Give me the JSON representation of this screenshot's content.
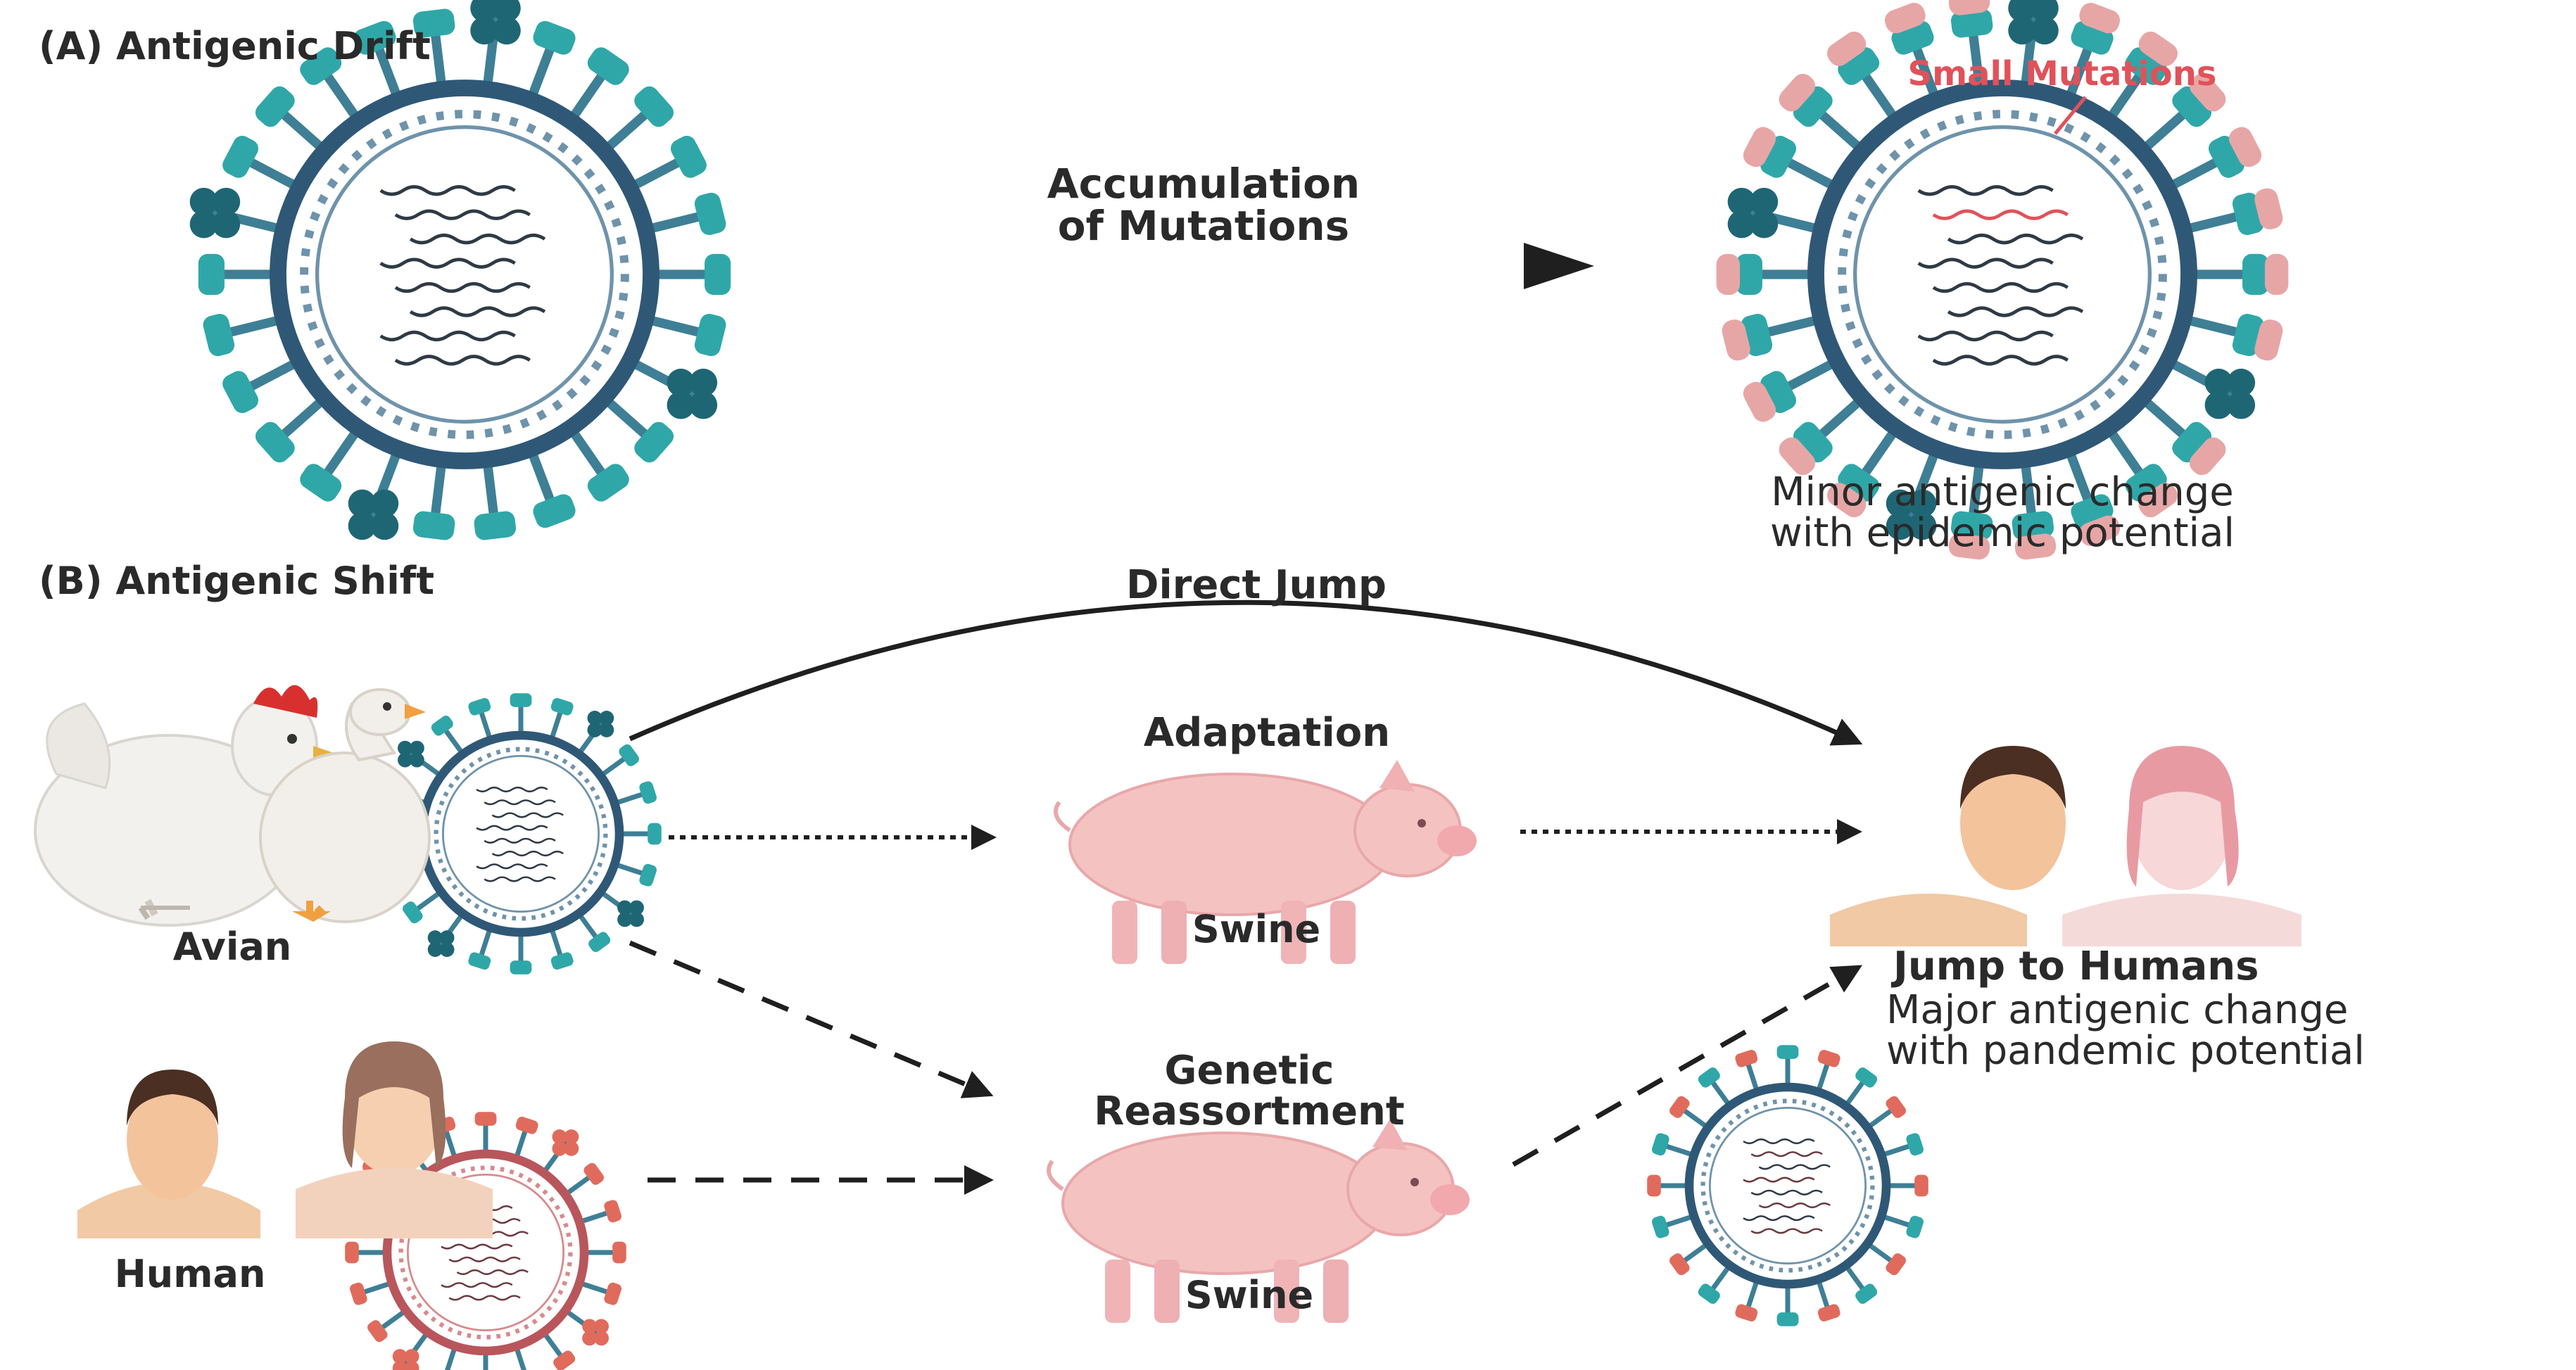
{
  "panel_a": {
    "title": "(A) Antigenic Drift",
    "arrow_label_1": "Accumulation",
    "arrow_label_2": "of Mutations",
    "small_mutations": "Small Mutations",
    "result_line_1": "Minor antigenic change",
    "result_line_2": "with epidemic potential"
  },
  "panel_b": {
    "title": "(B) Antigenic Shift",
    "direct_jump": "Direct Jump",
    "adaptation": "Adaptation",
    "swine_top": "Swine",
    "avian": "Avian",
    "human": "Human",
    "genetic_1": "Genetic",
    "genetic_2": "Reassortment",
    "swine_bottom": "Swine",
    "jump_title": "Jump to Humans",
    "jump_line_1": "Major antigenic change",
    "jump_line_2": "with pandemic potential"
  },
  "colors": {
    "teal": "#2fa7a8",
    "dark_teal": "#1f6675",
    "navy": "#2f5877",
    "pink": "#e7a6a6",
    "coral": "#e06b5c",
    "mutation_red": "#e0525a",
    "text": "#2a2a2a"
  }
}
